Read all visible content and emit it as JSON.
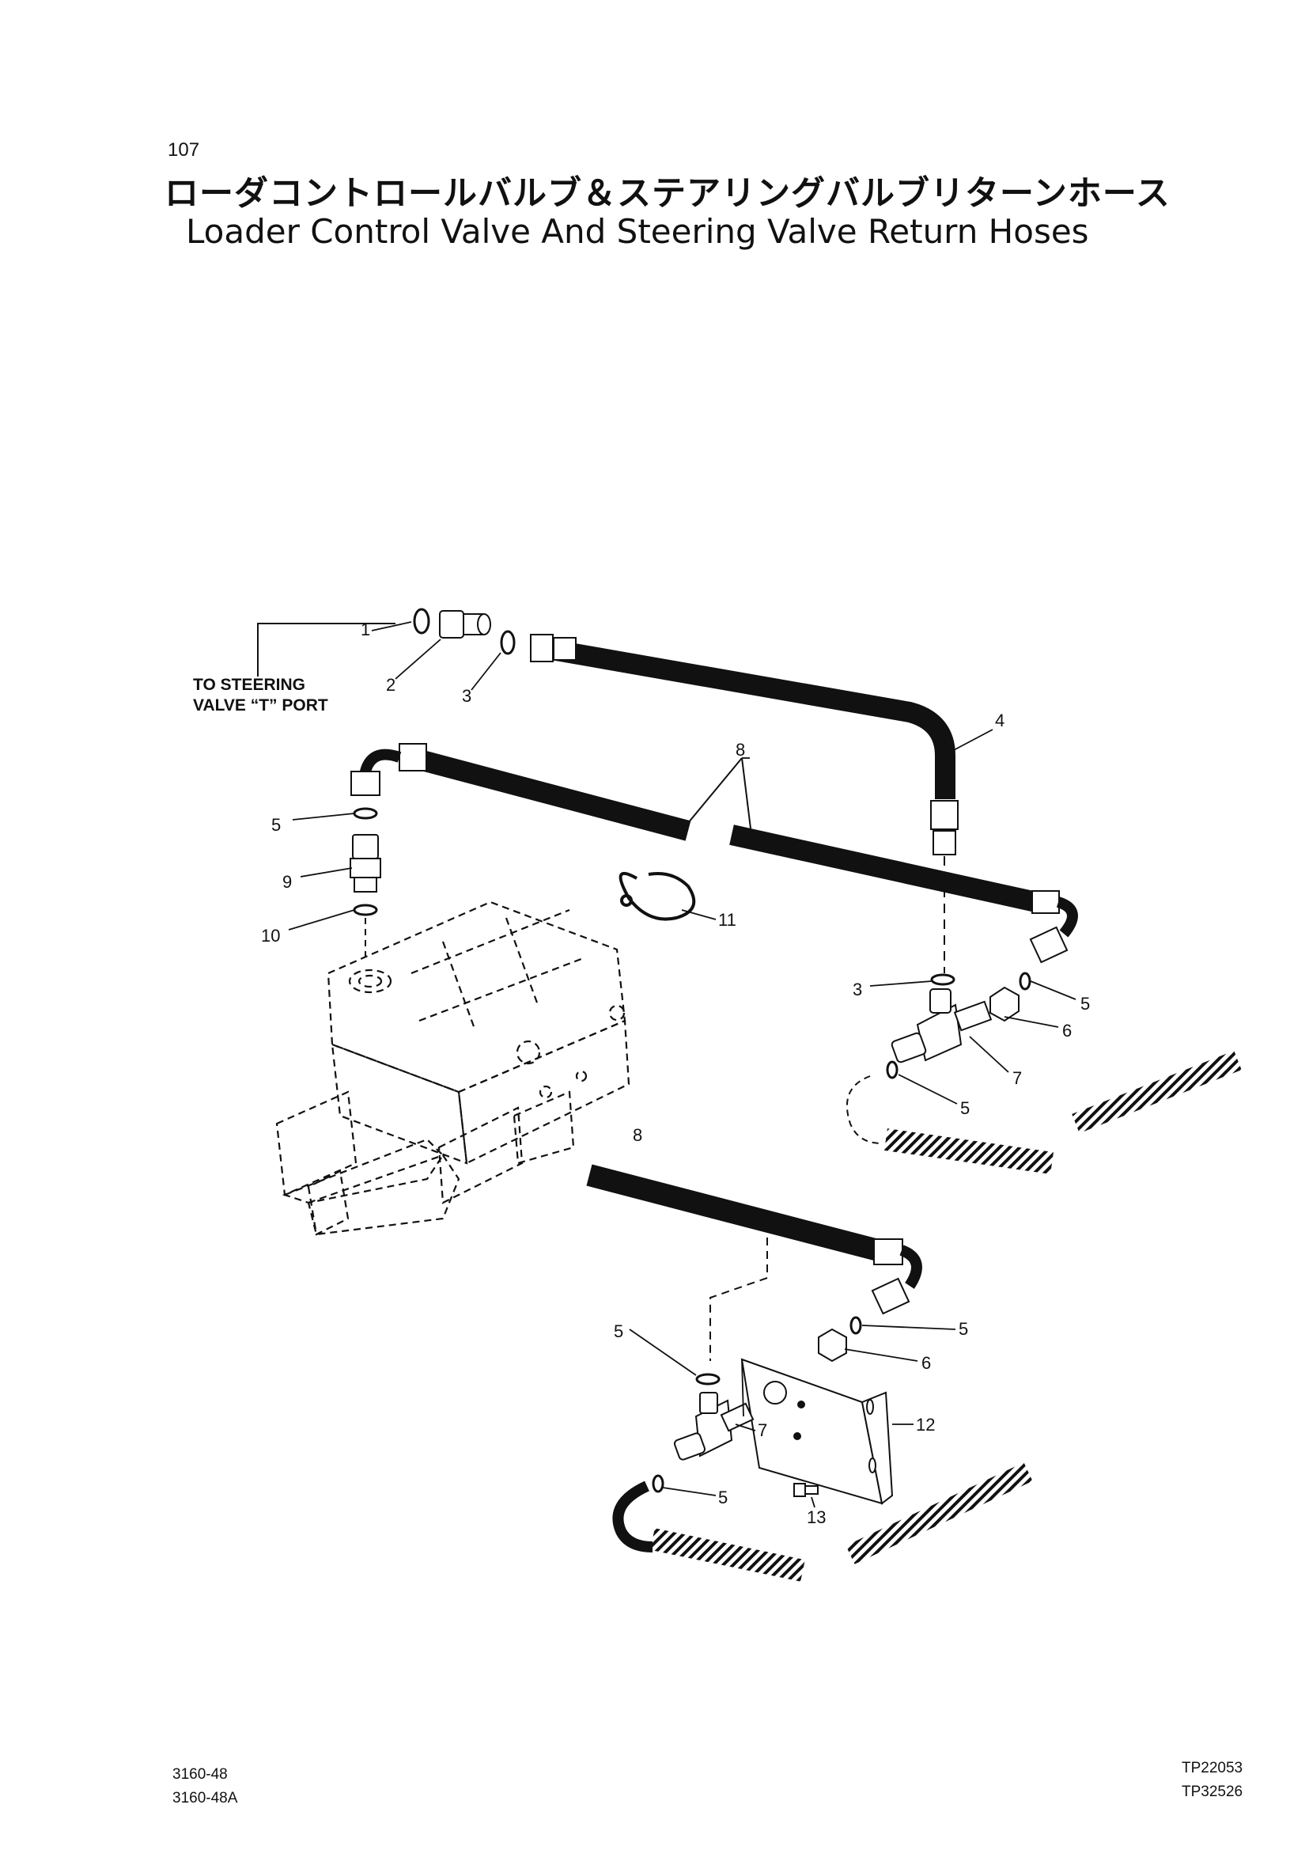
{
  "header": {
    "page_number": "107",
    "title_jp": "ローダコントロールバルブ＆ステアリングバルブリターンホース",
    "title_en": "Loader Control Valve And Steering Valve Return Hoses"
  },
  "diagram": {
    "note_line1": "TO STEERING",
    "note_line2": "VALVE “T” PORT",
    "callouts": {
      "c1": "1",
      "c2": "2",
      "c3a": "3",
      "c3b": "3",
      "c4": "4",
      "c5a": "5",
      "c5b": "5",
      "c5c": "5",
      "c5d": "5",
      "c5e": "5",
      "c5f": "5",
      "c6a": "6",
      "c6b": "6",
      "c7a": "7",
      "c7b": "7",
      "c8a": "8",
      "c8b": "8",
      "c9": "9",
      "c10": "10",
      "c11": "11",
      "c12": "12",
      "c13": "13"
    }
  },
  "footer": {
    "codes_left": [
      "3160-48",
      "3160-48A"
    ],
    "codes_right": [
      "TP22053",
      "TP32526"
    ]
  }
}
